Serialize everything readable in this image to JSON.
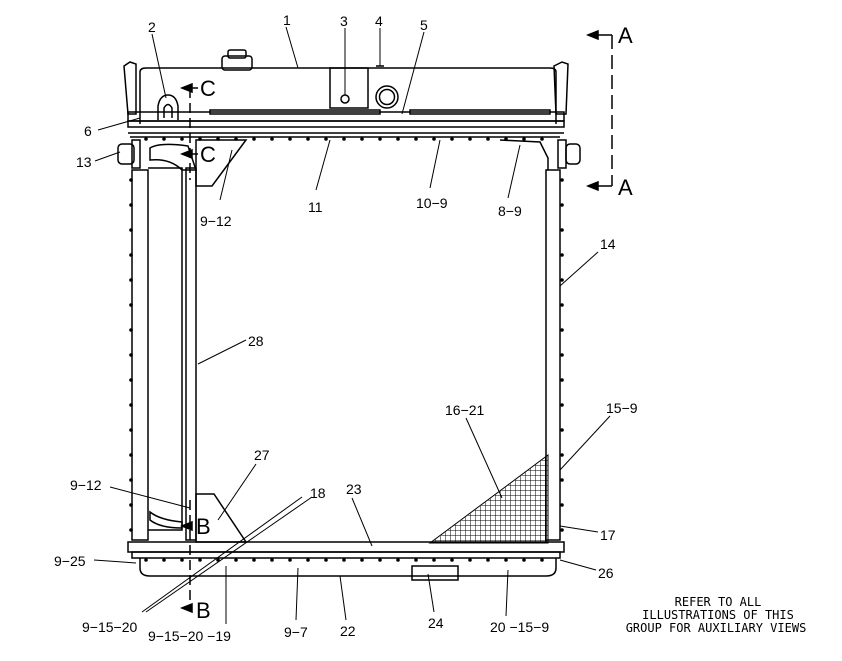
{
  "callouts": {
    "c1": "1",
    "c2": "2",
    "c3": "3",
    "c4": "4",
    "c5": "5",
    "c6": "6",
    "c9_12a": "9−12",
    "c9_12b": "9−12",
    "c11": "11",
    "c10_9": "10−9",
    "c8_9": "8−9",
    "c13": "13",
    "c14": "14",
    "c15_9": "15−9",
    "c16_21": "16−21",
    "c17": "17",
    "c18": "18",
    "c22": "22",
    "c23": "23",
    "c24": "24",
    "c26": "26",
    "c27": "27",
    "c28": "28",
    "c9_25": "9−25",
    "c9_15_20a": "9−15−20",
    "c9_15_20_19": "9−15−20 −19",
    "c9_7": "9−7",
    "c20_15_9": "20 −15−9"
  },
  "sections": {
    "A_top": "A",
    "A_bottom": "A",
    "B_top": "B",
    "B_bottom": "B",
    "C_top": "C",
    "C_bottom": "C"
  },
  "note": {
    "line1": "REFER TO ALL",
    "line2": "ILLUSTRATIONS OF THIS",
    "line3": "GROUP FOR AUXILIARY VIEWS"
  }
}
